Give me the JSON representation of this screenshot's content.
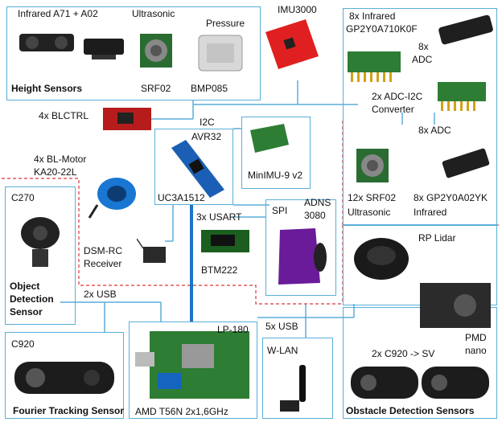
{
  "labels": {
    "infrared_a71": "Infrared A71 + A02",
    "ultrasonic": "Ultrasonic",
    "pressure": "Pressure",
    "imu3000": "IMU3000",
    "height_sensors": "Height Sensors",
    "srf02": "SRF02",
    "bmp085": "BMP085",
    "infrared_8x_line1": "8x Infrared",
    "infrared_8x_line2": "GP2Y0A710K0F",
    "adc_8x_a_line1": "8x",
    "adc_8x_a_line2": "ADC",
    "adc_i2c_line1": "2x ADC-I2C",
    "adc_i2c_line2": "Converter",
    "adc_8x_b": "8x ADC",
    "blctrl": "4x BLCTRL",
    "i2c": "I2C",
    "avr32": "AVR32",
    "minimu": "MinIMU-9 v2",
    "bl_motor_line1": "4x BL-Motor",
    "bl_motor_line2": "KA20-22L",
    "uc3a": "UC3A1512",
    "srf02_12x_line1": "12x SRF02",
    "srf02_12x_line2": "Ultrasonic",
    "gp2y_line1": "8x GP2Y0A02YK",
    "gp2y_line2": "Infrared",
    "c270": "C270",
    "usart": "3x USART",
    "spi": "SPI",
    "adns_line1": "ADNS",
    "adns_line2": "3080",
    "rp_lidar": "RP Lidar",
    "dsm_line1": "DSM-RC",
    "dsm_line2": "Receiver",
    "btm222": "BTM222",
    "object_sensor_line1": "Object",
    "object_sensor_line2": "Detection",
    "object_sensor_line3": "Sensor",
    "usb_2x": "2x USB",
    "lp180": "LP-180",
    "usb_5x": "5x USB",
    "pmd_line1": "PMD",
    "pmd_line2": "nano",
    "c920": "C920",
    "wlan": "W-LAN",
    "c920_sv": "2x C920 -> SV",
    "fourier": "Fourier Tracking Sensor",
    "amd": "AMD T56N 2x1,6GHz",
    "obstacle": "Obstacle Detection Sensors"
  },
  "colors": {
    "box_border": "#5aaed8",
    "bus_line": "#1e73c8",
    "dashed_region": "#d9363e"
  }
}
